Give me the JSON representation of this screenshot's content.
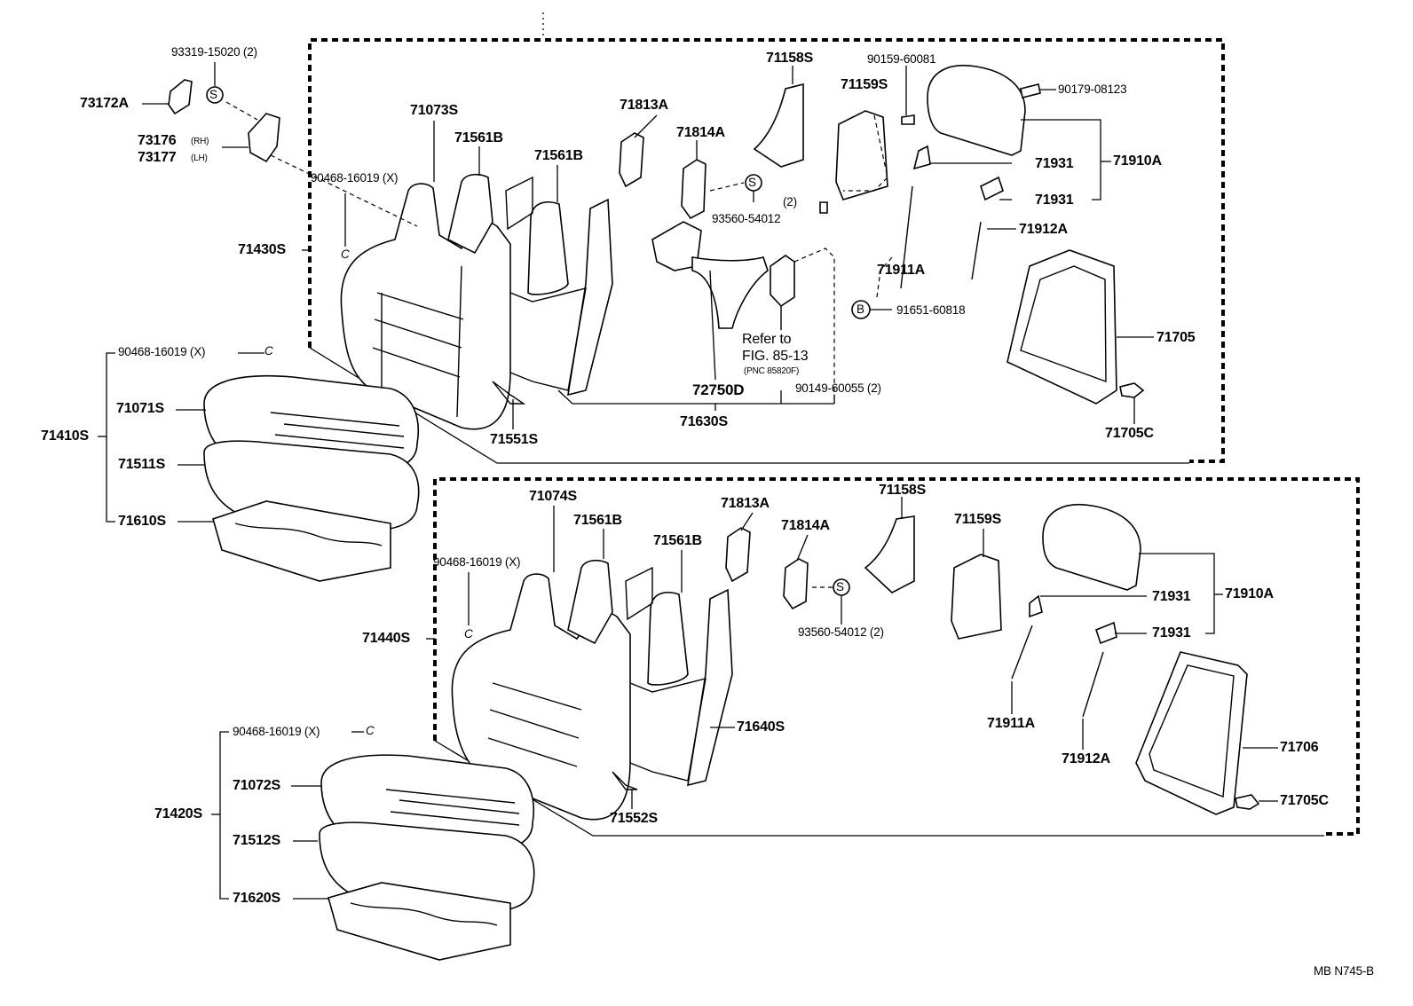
{
  "drawing_code": "MB N745-B",
  "upper_group": {
    "clip_label": "93319-15020 (2)",
    "clip_symbol": "S",
    "bracket_label": "73172A",
    "hinge_rh": "73176",
    "hinge_rh_note": "(RH)",
    "hinge_lh": "73177",
    "hinge_lh_note": "(LH)",
    "hog_ring_label": "90468-16019 (X)",
    "hog_ring_symbol": "C",
    "back_assy": "71430S",
    "cover": "71073S",
    "pad_left": "71561B",
    "pad_right": "71561B",
    "shield": "71551S",
    "frame": "71630S",
    "spring_a": "71813A",
    "spring_b": "71814A",
    "bolt": "93560-54012",
    "bolt_qty": "(2)",
    "bolt_symbol": "S",
    "recliner": "72750D",
    "refer_line1": "Refer to",
    "refer_line2": "FIG. 85-13",
    "refer_line3": "(PNC 85820F)",
    "screw": "90149-60055 (2)",
    "side_a": "71158S",
    "side_b": "71159S",
    "screw_top": "90159-60081",
    "clip_top": "90179-08123",
    "headrest_assy": "71910A",
    "guide_a": "71931",
    "guide_b": "71931",
    "rod_a": "71911A",
    "rod_b": "71912A",
    "bushing_symbol": "B",
    "bushing": "91651-60818",
    "board": "71705",
    "board_clip": "71705C"
  },
  "upper_cushion": {
    "hog_ring_label": "90468-16019 (X)",
    "hog_ring_symbol": "C",
    "assy": "71410S",
    "cover": "71071S",
    "pad": "71511S",
    "frame": "71610S"
  },
  "lower_group": {
    "cover": "71074S",
    "pad_left": "71561B",
    "pad_right": "71561B",
    "hog_ring_label": "90468-16019 (X)",
    "hog_ring_symbol": "C",
    "back_assy": "71440S",
    "shield": "71552S",
    "frame": "71640S",
    "spring_a": "71813A",
    "spring_b": "71814A",
    "bolt_symbol": "S",
    "bolt": "93560-54012 (2)",
    "side_a": "71158S",
    "side_b": "71159S",
    "headrest_assy": "71910A",
    "guide_a": "71931",
    "guide_b": "71931",
    "rod_a": "71911A",
    "rod_b": "71912A",
    "board": "71706",
    "board_clip": "71705C"
  },
  "lower_cushion": {
    "hog_ring_label": "90468-16019 (X)",
    "hog_ring_symbol": "C",
    "assy": "71420S",
    "cover": "71072S",
    "pad": "71512S",
    "frame": "71620S"
  }
}
